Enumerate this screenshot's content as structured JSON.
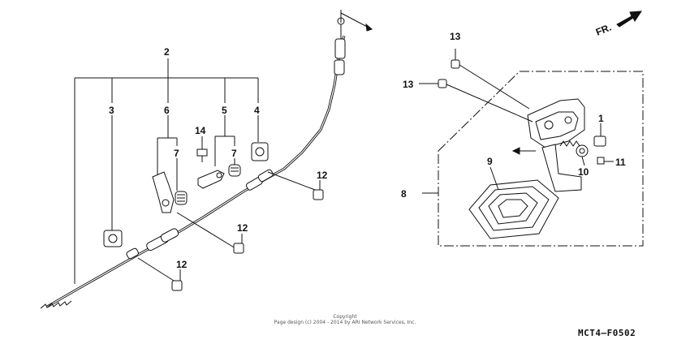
{
  "diagram": {
    "direction_label": "FR.",
    "diagram_code": "MCT4—F0502",
    "copyright_title": "Copyright",
    "copyright_line": "Page design (c) 2004 - 2014 by ARI Network Services, Inc.",
    "callouts": {
      "c2": "2",
      "c3": "3",
      "c4": "4",
      "c5": "5",
      "c6": "6",
      "c7a": "7",
      "c7b": "7",
      "c14": "14",
      "c12a": "12",
      "c12b": "12",
      "c12c": "12",
      "c13a": "13",
      "c13b": "13",
      "c1": "1",
      "c8": "8",
      "c9": "9",
      "c10": "10",
      "c11": "11"
    }
  }
}
